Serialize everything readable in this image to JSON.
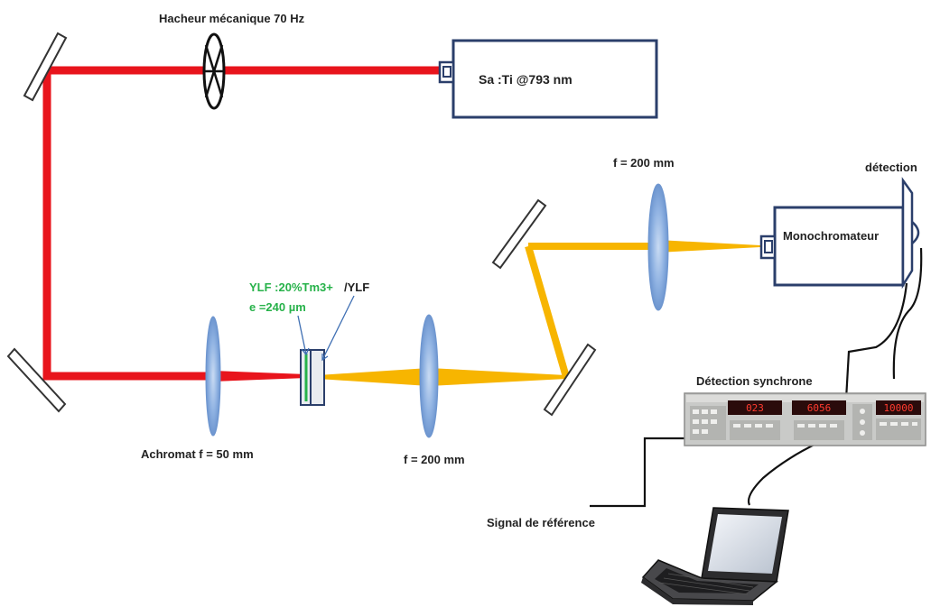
{
  "labels": {
    "chopper": "Hacheur mécanique 70 Hz",
    "laser": "Sa :Ti @793 nm",
    "lens_right": "f = 200 mm",
    "detection": "détection",
    "monochromator": "Monochromateur",
    "sample_line1": "YLF :20%Tm3+",
    "sample_line2": "/YLF",
    "thickness": "e =240 µm",
    "lockin": "Détection synchrone",
    "achromat": "Achromat f = 50 mm",
    "lens_middle": "f = 200 mm",
    "reference": "Signal de référence"
  },
  "lockin_display": [
    "023",
    "6056",
    "10000"
  ],
  "colors": {
    "pump_beam": "#e8141c",
    "emission_beam": "#f7b500",
    "lens": "#7ea6dc",
    "outline": "#2b3f6b",
    "label_green": "#27b24a"
  }
}
